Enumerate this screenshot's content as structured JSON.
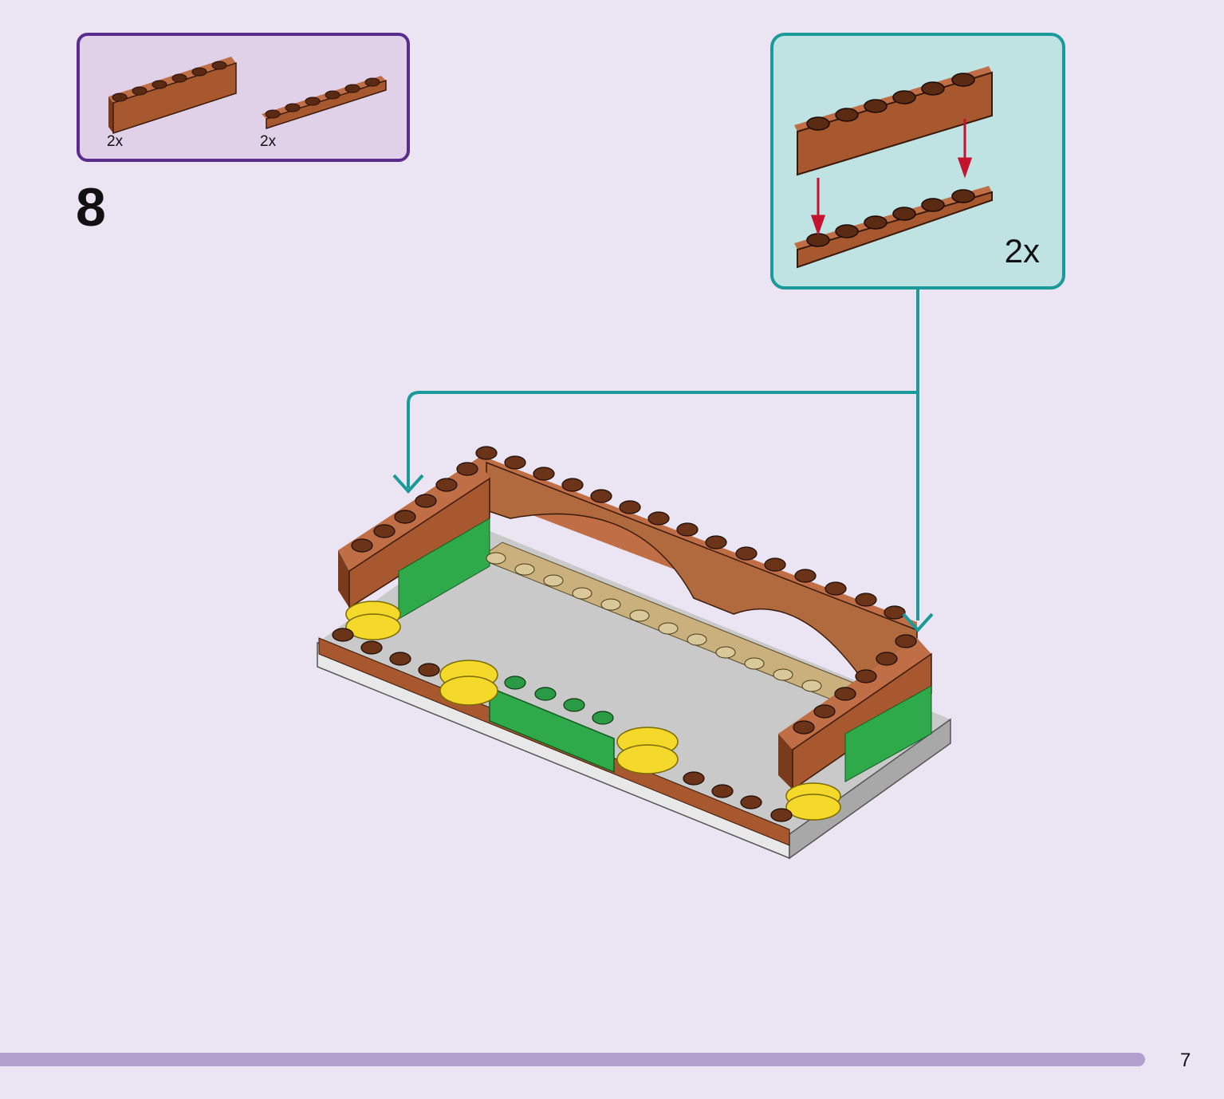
{
  "parts_callout": {
    "items": [
      {
        "name": "brick-1x6-reddish-brown-icon",
        "qty": "2x"
      },
      {
        "name": "plate-1x6-reddish-brown-icon",
        "qty": "2x"
      }
    ]
  },
  "step": {
    "number": "8"
  },
  "subassembly": {
    "qty": "2x"
  },
  "page": {
    "number": "7"
  },
  "colors": {
    "parts_border": "#5a2d8c",
    "parts_bg": "#e0d0e8",
    "sub_border": "#1a9a99",
    "sub_bg": "#bfe2e2",
    "brick": "#a8582f",
    "arrow_red": "#c4122f",
    "footer": "#b3a0cf"
  }
}
